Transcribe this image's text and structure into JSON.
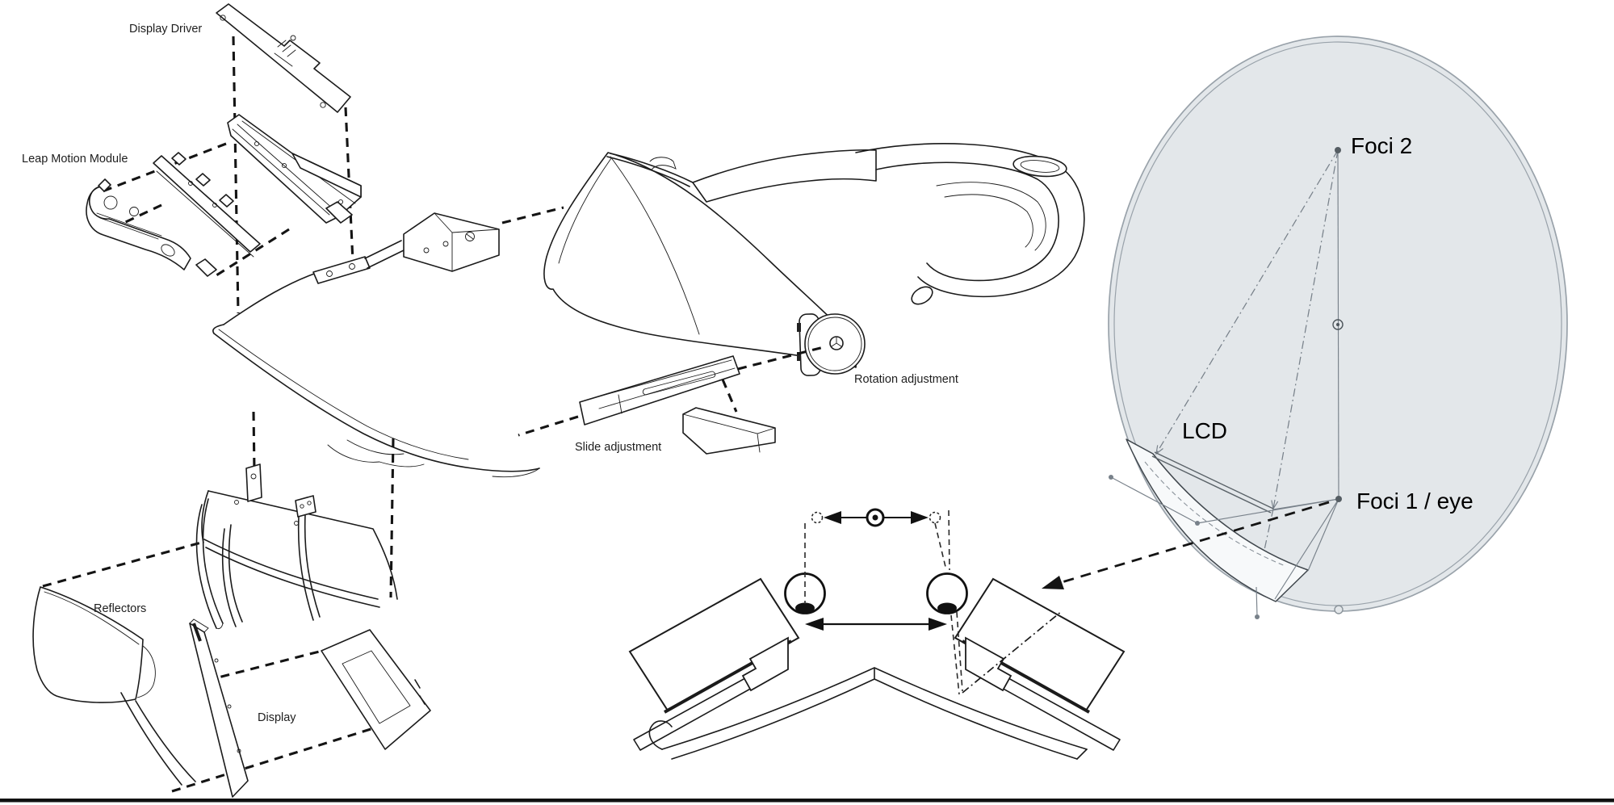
{
  "diagram": {
    "type": "exploded-technical-diagram",
    "subject": "AR headset exploded view with optical path schematic"
  },
  "labels": {
    "display_driver": "Display Driver",
    "leap_motion_module": "Leap Motion Module",
    "rotation_adjustment": "Rotation adjustment",
    "slide_adjustment": "Slide adjustment",
    "reflectors": "Reflectors",
    "display": "Display"
  },
  "optical_diagram": {
    "foci_2": "Foci 2",
    "lcd": "LCD",
    "foci_1": "Foci 1 / eye"
  },
  "colors": {
    "background": "#ffffff",
    "line_art": "#1b1b1b",
    "diagram_gray": "#78818a",
    "ellipse_fill": "#e3e7ea",
    "ellipse_stroke": "#99a2aa",
    "bottom_rule": "#101010"
  }
}
